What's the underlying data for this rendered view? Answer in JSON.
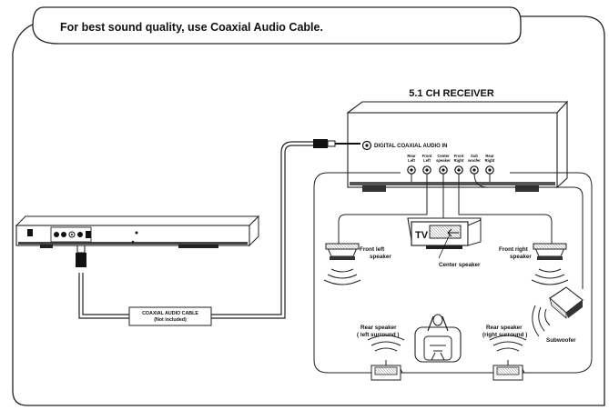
{
  "header": {
    "note": "For best sound quality, use Coaxial Audio Cable."
  },
  "receiver": {
    "title": "5.1 CH RECEIVER",
    "input_label": "DIGITAL COAXIAL AUDIO IN",
    "jacks": [
      {
        "line1": "Rear",
        "line2": "Left"
      },
      {
        "line1": "Front",
        "line2": "Left"
      },
      {
        "line1": "Center",
        "line2": "speaker"
      },
      {
        "line1": "Front",
        "line2": "Right"
      },
      {
        "line1": "Sub",
        "line2": "woofer"
      },
      {
        "line1": "Rear",
        "line2": "Right"
      }
    ]
  },
  "cable": {
    "line1": "COAXIAL AUDIO CABLE",
    "line2": "(Not included)"
  },
  "tv": {
    "label": "TV"
  },
  "speakers": {
    "front_left": {
      "line1": "Front left",
      "line2": "speaker"
    },
    "front_right": {
      "line1": "Front right",
      "line2": "speaker"
    },
    "center": {
      "line1": "Center speaker"
    },
    "rear_left": {
      "line1": "Rear speaker",
      "line2": "( left surround )"
    },
    "rear_right": {
      "line1": "Rear speaker",
      "line2": "(right surround )"
    },
    "subwoofer": {
      "line1": "Subwoofer"
    }
  }
}
